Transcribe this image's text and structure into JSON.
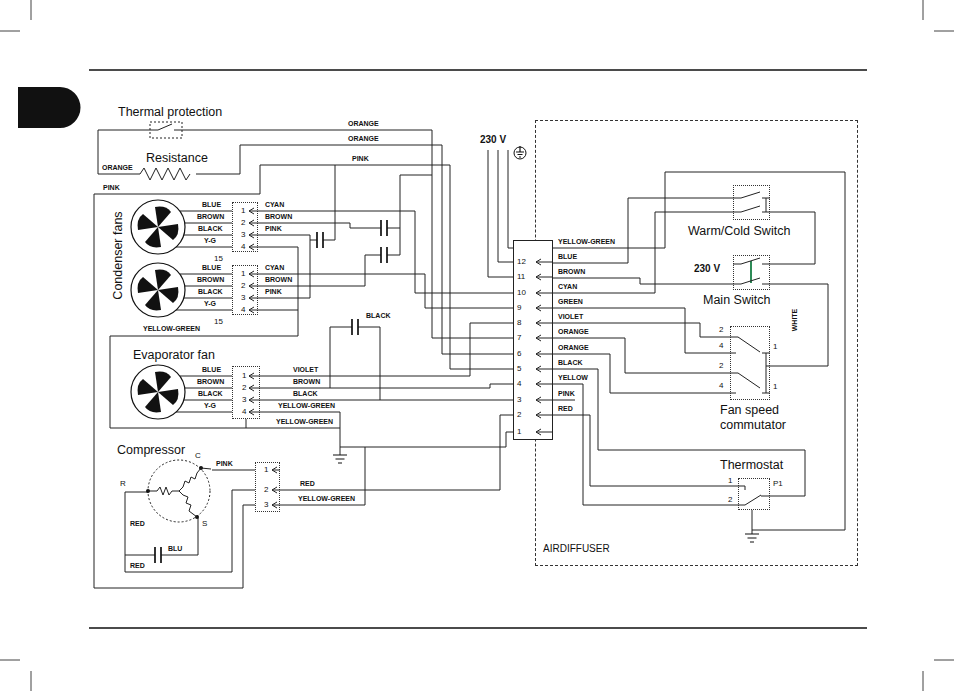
{
  "diagram": {
    "nodes": [
      {
        "text": [
          "AIRDIFFUSER"
        ]
      },
      {
        "text": [
          "Warm/Cold Switch"
        ],
        "in": 0
      },
      {
        "text": [
          "230 V",
          "Main Switch"
        ],
        "in": 0
      },
      {
        "text": [
          "2",
          "4",
          "1",
          "2",
          "4",
          "1",
          "Fan speed commutator"
        ],
        "in": 0
      },
      {
        "text": [
          "Thermostat",
          "1",
          "P1",
          "2"
        ],
        "in": 0
      },
      {
        "text": [
          "12",
          "11",
          "10",
          "9",
          "8",
          "7",
          "6",
          "5",
          "4",
          "3",
          "2",
          "1"
        ]
      },
      {
        "text": [
          "1",
          "2",
          "3",
          "4"
        ]
      },
      {
        "text": [
          "1",
          "2",
          "3",
          "4"
        ]
      },
      {
        "text": [
          "1",
          "2",
          "3",
          "4"
        ]
      },
      {
        "text": [
          "Compressor",
          "C",
          "R",
          "S"
        ]
      },
      {
        "text": [
          "1",
          "2",
          "3"
        ]
      }
    ],
    "edges": [
      {
        "from": 6,
        "to": 5,
        "arrow": "none"
      },
      {
        "from": 7,
        "to": 5,
        "arrow": "none"
      },
      {
        "from": 8,
        "to": 5,
        "arrow": "none"
      },
      {
        "from": 8,
        "to": 5,
        "arrow": "none"
      },
      {
        "from": 8,
        "to": 5,
        "arrow": "none"
      },
      {
        "from": 10,
        "to": 5,
        "arrow": "none"
      },
      {
        "from": 9,
        "to": 10,
        "arrow": "none"
      },
      {
        "from": 5,
        "to": 1,
        "arrow": "none"
      },
      {
        "from": 5,
        "to": 2,
        "arrow": "none"
      },
      {
        "from": 5,
        "to": 1,
        "arrow": "none"
      },
      {
        "from": 1,
        "to": 2,
        "arrow": "none"
      },
      {
        "from": 2,
        "to": 3,
        "arrow": "none"
      },
      {
        "from": 5,
        "to": 3,
        "arrow": "none"
      },
      {
        "from": 5,
        "to": 3,
        "arrow": "none"
      },
      {
        "from": 5,
        "to": 3,
        "arrow": "none"
      },
      {
        "from": 5,
        "to": 3,
        "arrow": "none"
      },
      {
        "from": 5,
        "to": 4,
        "arrow": "none"
      },
      {
        "from": 5,
        "to": 4,
        "arrow": "none"
      }
    ],
    "labels": [
      "Thermal protection",
      "ORANGE",
      "ORANGE",
      "Resistance",
      "PINK",
      "ORANGE",
      "PINK",
      "Condenser fans",
      "BLUE",
      "BROWN",
      "BLACK",
      "Y-G",
      "CYAN",
      "BROWN",
      "PINK",
      "15",
      "BLUE",
      "BROWN",
      "BLACK",
      "Y-G",
      "CYAN",
      "BROWN",
      "PINK",
      "15",
      "YELLOW-GREEN",
      "BLACK",
      "Evaporator fan",
      "BLUE",
      "BROWN",
      "BLACK",
      "Y-G",
      "VIOLET",
      "BROWN",
      "BLACK",
      "YELLOW-GREEN",
      "YELLOW-GREEN",
      "PINK",
      "RED",
      "YELLOW-GREEN",
      "RED",
      "BLU",
      "RED",
      "230 V",
      "YELLOW-GREEN",
      "BLUE",
      "BROWN",
      "CYAN",
      "GREEN",
      "VIOLET",
      "ORANGE",
      "ORANGE",
      "BLACK",
      "YELLOW",
      "PINK",
      "RED",
      "WHITE"
    ]
  }
}
